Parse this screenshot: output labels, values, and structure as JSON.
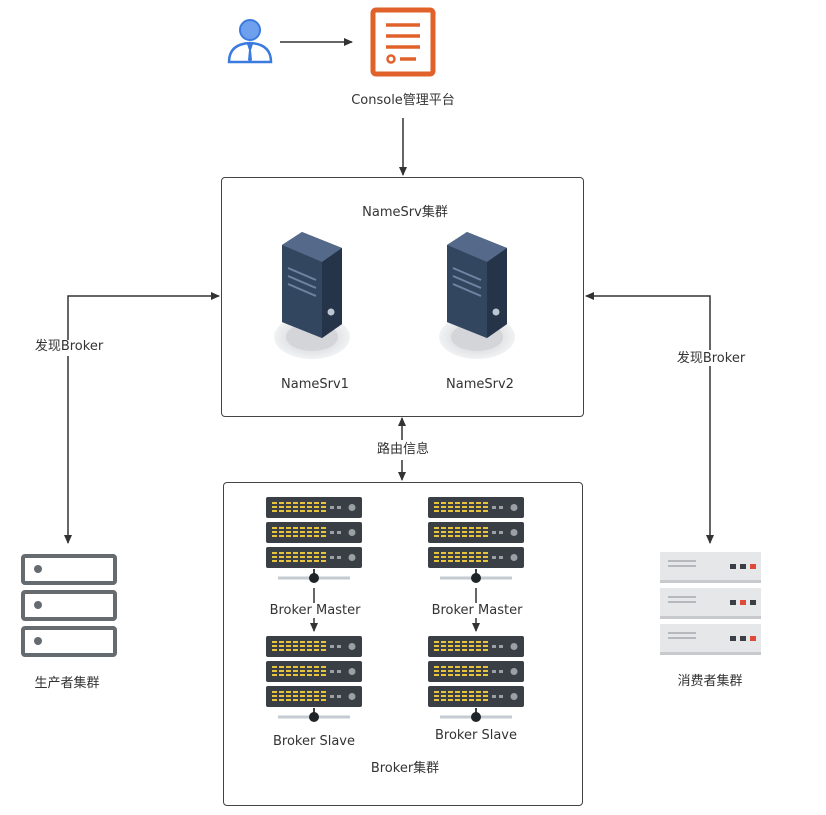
{
  "labels": {
    "console": "Console管理平台",
    "namesrv_cluster": "NameSrv集群",
    "namesrv1": "NameSrv1",
    "namesrv2": "NameSrv2",
    "route_info": "路由信息",
    "discover_left": "发现Broker",
    "discover_right": "发现Broker",
    "producer_cluster": "生产者集群",
    "consumer_cluster": "消费者集群",
    "broker_master_1": "Broker Master",
    "broker_master_2": "Broker Master",
    "broker_slave_1": "Broker Slave",
    "broker_slave_2": "Broker Slave",
    "broker_cluster": "Broker集群"
  },
  "colors": {
    "user": "#3b7be0",
    "console": "#e0622a",
    "server_dark": "#2f4058",
    "broker_unit": "#3a3f45",
    "broker_led": "#e8c43a",
    "producer": "#666b70",
    "consumer_red": "#e04a3a",
    "line": "#333333"
  },
  "icons": {
    "user": "user-icon",
    "console": "document-icon",
    "namesrv": "server-tower-icon",
    "broker": "rack-server-icon",
    "producer": "server-stack-icon",
    "consumer": "server-rack-icon"
  }
}
